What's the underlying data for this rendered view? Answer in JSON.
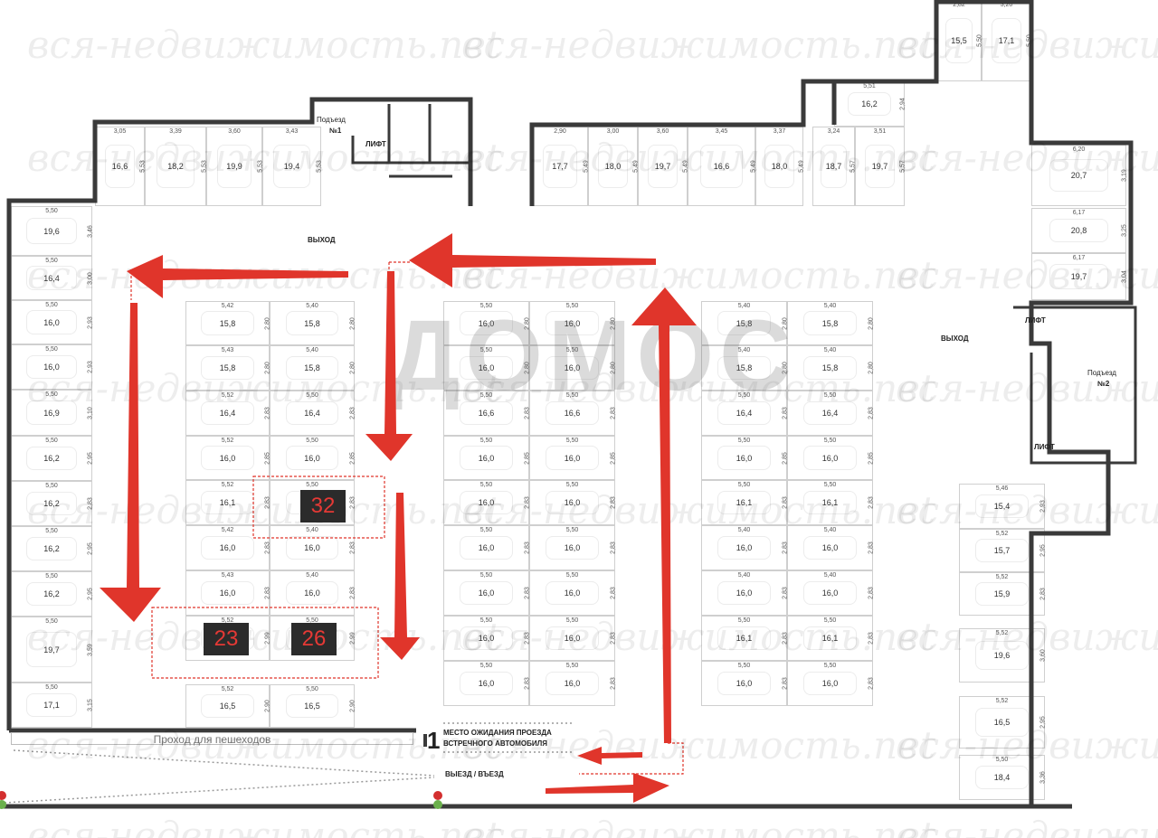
{
  "watermark": "вся-недвижимость.net",
  "logo": "ДОМОС",
  "labels": {
    "entrance1_a": "Подъезд",
    "entrance1_b": "№1",
    "entrance2_a": "Подъезд",
    "entrance2_b": "№2",
    "lift": "ЛИФТ",
    "exit": "ВЫХОД",
    "pedestrian": "Проход для пешеходов",
    "waiting_1": "МЕСТО ОЖИДАНИЯ ПРОЕЗДА",
    "waiting_2": "ВСТРЕЧНОГО АВТОМОБИЛЯ",
    "waiting_num": "1",
    "driveway": "ВЫЕЗД / ВЪЕЗД"
  },
  "highlighted_spots": [
    "32",
    "23",
    "26"
  ],
  "colors": {
    "arrow": "#e0352b",
    "wall": "#3a3a3a",
    "marker_bg": "#2b2b2b",
    "marker_text": "#e53935"
  },
  "spots": {
    "top_left": [
      {
        "area": "16,6",
        "dim": "3,05",
        "side": "5,53"
      },
      {
        "area": "18,2",
        "dim": "3,39",
        "side": "5,53"
      },
      {
        "area": "19,9",
        "dim": "3,60",
        "side": "5,53"
      },
      {
        "area": "19,4",
        "dim": "3,43",
        "side": "5,53"
      }
    ],
    "top_mid": [
      {
        "area": "17,7",
        "dim": "2,90",
        "side": "5,49"
      },
      {
        "area": "18,0",
        "dim": "3,00",
        "side": "5,49"
      },
      {
        "area": "19,7",
        "dim": "3,60",
        "side": "5,49"
      },
      {
        "area": "16,6",
        "dim": "3,45",
        "side": "5,49"
      },
      {
        "area": "18,0",
        "dim": "3,37",
        "side": "5,49"
      },
      {
        "area": "18,7",
        "dim": "3,24",
        "side": "5,57"
      },
      {
        "area": "19,7",
        "dim": "3,51",
        "side": "5,57"
      }
    ],
    "top_nook": [
      {
        "area": "16,2",
        "dim": "5,51",
        "side": "2,94"
      }
    ],
    "top_right": [
      {
        "area": "15,5",
        "dim": "2,82",
        "side": "5,50"
      },
      {
        "area": "17,1",
        "dim": "3,20",
        "side": "5,50"
      }
    ],
    "right_upper": [
      {
        "area": "20,7",
        "dim": "6,20",
        "side": "3,19"
      },
      {
        "area": "20,8",
        "dim": "6,17",
        "side": "3,25"
      },
      {
        "area": "19,7",
        "dim": "6,17",
        "side": "3,04"
      }
    ],
    "left_column": [
      {
        "area": "19,6",
        "dim": "5,50",
        "side": "3,46"
      },
      {
        "area": "16,4",
        "dim": "5,50",
        "side": "3,00"
      },
      {
        "area": "16,0",
        "dim": "5,50",
        "side": "2,93"
      },
      {
        "area": "16,0",
        "dim": "5,50",
        "side": "2,93"
      },
      {
        "area": "16,9",
        "dim": "5,50",
        "side": "3,10"
      },
      {
        "area": "16,2",
        "dim": "5,50",
        "side": "2,95"
      },
      {
        "area": "16,2",
        "dim": "5,50",
        "side": "2,83"
      },
      {
        "area": "16,2",
        "dim": "5,50",
        "side": "2,95"
      },
      {
        "area": "16,2",
        "dim": "5,50",
        "side": "2,95"
      },
      {
        "area": "19,7",
        "dim": "5,50",
        "side": "3,59"
      },
      {
        "area": "17,1",
        "dim": "5,50",
        "side": "3,15"
      }
    ],
    "block_a": [
      {
        "area": "15,8",
        "dim": "5,42",
        "side": "2,80"
      },
      {
        "area": "15,8",
        "dim": "5,40",
        "side": "2,80"
      },
      {
        "area": "15,8",
        "dim": "5,43",
        "side": "2,80"
      },
      {
        "area": "15,8",
        "dim": "5,40",
        "side": "2,80"
      },
      {
        "area": "16,4",
        "dim": "5,52",
        "side": "2,83"
      },
      {
        "area": "16,4",
        "dim": "5,50",
        "side": "2,83"
      },
      {
        "area": "16,0",
        "dim": "5,52",
        "side": "2,85"
      },
      {
        "area": "16,0",
        "dim": "5,50",
        "side": "2,85"
      },
      {
        "area": "16,1",
        "dim": "5,52",
        "side": "2,83"
      },
      {
        "area": "",
        "dim": "5,50",
        "side": "2,83"
      },
      {
        "area": "16,0",
        "dim": "5,42",
        "side": "2,83"
      },
      {
        "area": "16,0",
        "dim": "5,40",
        "side": "2,83"
      },
      {
        "area": "16,0",
        "dim": "5,43",
        "side": "2,83"
      },
      {
        "area": "16,0",
        "dim": "5,40",
        "side": "2,83"
      },
      {
        "area": "",
        "dim": "5,52",
        "side": "2,99"
      },
      {
        "area": "",
        "dim": "5,50",
        "side": "2,99"
      },
      {
        "area": "16,5",
        "dim": "5,52",
        "side": "2,90"
      },
      {
        "area": "16,5",
        "dim": "5,50",
        "side": "2,90"
      }
    ],
    "block_b": [
      {
        "area": "16,0",
        "dim": "5,50",
        "side": "2,80"
      },
      {
        "area": "16,0",
        "dim": "5,50",
        "side": "2,80"
      },
      {
        "area": "16,0",
        "dim": "5,50",
        "side": "2,80"
      },
      {
        "area": "16,0",
        "dim": "5,50",
        "side": "2,80"
      },
      {
        "area": "16,6",
        "dim": "5,50",
        "side": "2,83"
      },
      {
        "area": "16,6",
        "dim": "5,50",
        "side": "2,83"
      },
      {
        "area": "16,0",
        "dim": "5,50",
        "side": "2,85"
      },
      {
        "area": "16,0",
        "dim": "5,50",
        "side": "2,85"
      },
      {
        "area": "16,0",
        "dim": "5,50",
        "side": "2,83"
      },
      {
        "area": "16,0",
        "dim": "5,50",
        "side": "2,83"
      },
      {
        "area": "16,0",
        "dim": "5,50",
        "side": "2,83"
      },
      {
        "area": "16,0",
        "dim": "5,50",
        "side": "2,83"
      },
      {
        "area": "16,0",
        "dim": "5,50",
        "side": "2,83"
      },
      {
        "area": "16,0",
        "dim": "5,50",
        "side": "2,83"
      },
      {
        "area": "16,0",
        "dim": "5,50",
        "side": "2,83"
      },
      {
        "area": "16,0",
        "dim": "5,50",
        "side": "2,83"
      },
      {
        "area": "16,0",
        "dim": "5,50",
        "side": "2,83"
      },
      {
        "area": "16,0",
        "dim": "5,50",
        "side": "2,83"
      }
    ],
    "block_c": [
      {
        "area": "15,8",
        "dim": "5,40",
        "side": "2,80"
      },
      {
        "area": "15,8",
        "dim": "5,40",
        "side": "2,80"
      },
      {
        "area": "15,8",
        "dim": "5,40",
        "side": "2,80"
      },
      {
        "area": "15,8",
        "dim": "5,40",
        "side": "2,80"
      },
      {
        "area": "16,4",
        "dim": "5,50",
        "side": "2,83"
      },
      {
        "area": "16,4",
        "dim": "5,50",
        "side": "2,83"
      },
      {
        "area": "16,0",
        "dim": "5,50",
        "side": "2,85"
      },
      {
        "area": "16,0",
        "dim": "5,50",
        "side": "2,85"
      },
      {
        "area": "16,1",
        "dim": "5,50",
        "side": "2,83"
      },
      {
        "area": "16,1",
        "dim": "5,50",
        "side": "2,83"
      },
      {
        "area": "16,0",
        "dim": "5,40",
        "side": "2,83"
      },
      {
        "area": "16,0",
        "dim": "5,40",
        "side": "2,83"
      },
      {
        "area": "16,0",
        "dim": "5,40",
        "side": "2,83"
      },
      {
        "area": "16,0",
        "dim": "5,40",
        "side": "2,83"
      },
      {
        "area": "16,1",
        "dim": "5,50",
        "side": "2,83"
      },
      {
        "area": "16,1",
        "dim": "5,50",
        "side": "2,83"
      },
      {
        "area": "16,0",
        "dim": "5,50",
        "side": "2,83"
      },
      {
        "area": "16,0",
        "dim": "5,50",
        "side": "2,83"
      }
    ],
    "right_lower": [
      {
        "area": "15,4",
        "dim": "5,46",
        "side": "2,93"
      },
      {
        "area": "15,7",
        "dim": "5,52",
        "side": "2,95"
      },
      {
        "area": "15,9",
        "dim": "5,52",
        "side": "2,83"
      },
      {
        "area": "19,6",
        "dim": "5,52",
        "side": "3,60"
      },
      {
        "area": "16,5",
        "dim": "5,52",
        "side": "2,95"
      },
      {
        "area": "18,4",
        "dim": "5,50",
        "side": "3,36"
      }
    ]
  }
}
